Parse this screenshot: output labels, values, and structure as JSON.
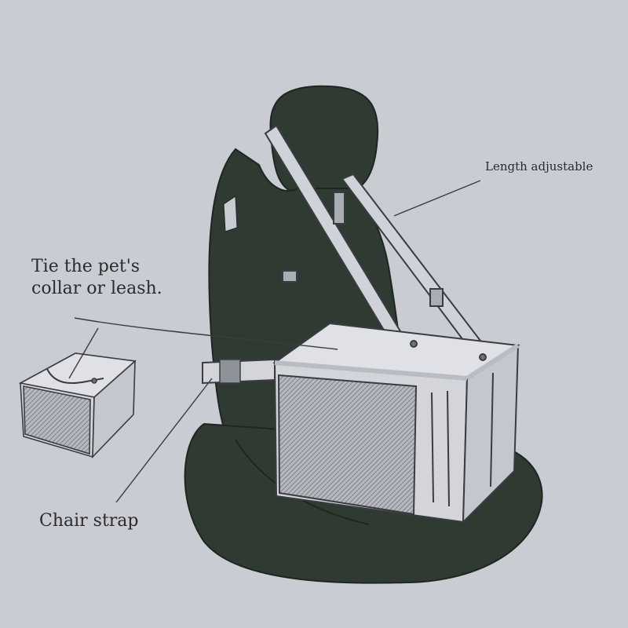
{
  "labels": {
    "length_adjustable": "Length adjustable",
    "tie_line1": "Tie the pet's",
    "tie_line2": "collar or leash.",
    "chair_strap": "Chair strap"
  },
  "colors": {
    "background": "#c9ccd3",
    "seat": "#2f3a32",
    "box": "#d3d5db",
    "mesh": "#9fa3ab",
    "line": "#3a3c40"
  }
}
